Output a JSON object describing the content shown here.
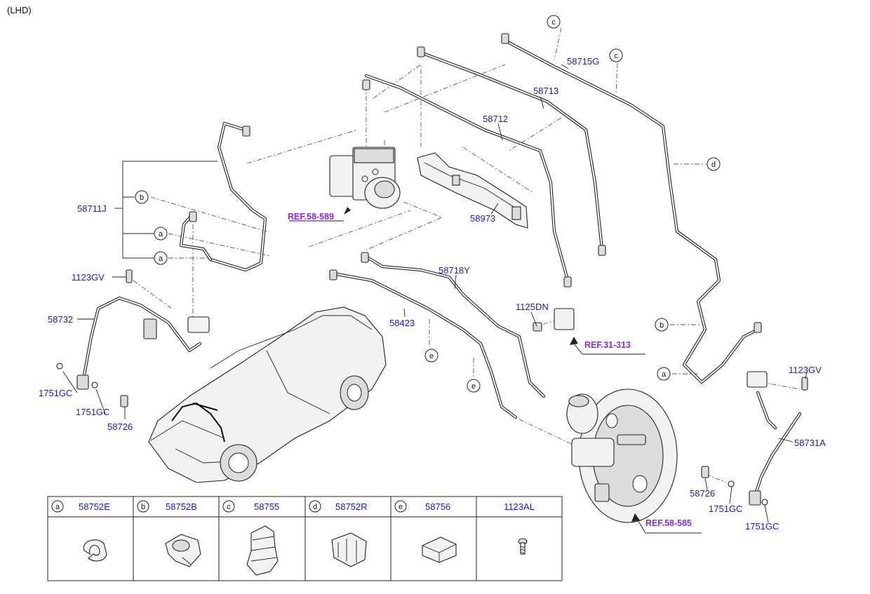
{
  "corner_note": "(LHD)",
  "part_labels": {
    "p58715G": "58715G",
    "p58713": "58713",
    "p58712": "58712",
    "p58711J": "58711J",
    "p58973": "58973",
    "p1123GV_left": "1123GV",
    "p58732": "58732",
    "p1751GC_a": "1751GC",
    "p1751GC_b": "1751GC",
    "p58726_left": "58726",
    "p58718Y": "58718Y",
    "p58423": "58423",
    "p1125DN": "1125DN",
    "p1123GV_right": "1123GV",
    "p58731A": "58731A",
    "p58726_right": "58726",
    "p1751GC_c": "1751GC",
    "p1751GC_d": "1751GC"
  },
  "refs": {
    "ref_abs": "REF.58-589",
    "ref_brake": "REF.31-313",
    "ref_booster": "REF.58-585"
  },
  "callouts": {
    "a": "a",
    "b": "b",
    "c": "c",
    "d": "d",
    "e": "e"
  },
  "legend": [
    {
      "letter": "a",
      "part": "58752E"
    },
    {
      "letter": "b",
      "part": "58752B"
    },
    {
      "letter": "c",
      "part": "58755"
    },
    {
      "letter": "d",
      "part": "58752R"
    },
    {
      "letter": "e",
      "part": "58756"
    },
    {
      "letter": "",
      "part": "1123AL"
    }
  ],
  "colors": {
    "label": "#1a1ad0",
    "ref": "#8a2be2",
    "line": "#222222"
  }
}
